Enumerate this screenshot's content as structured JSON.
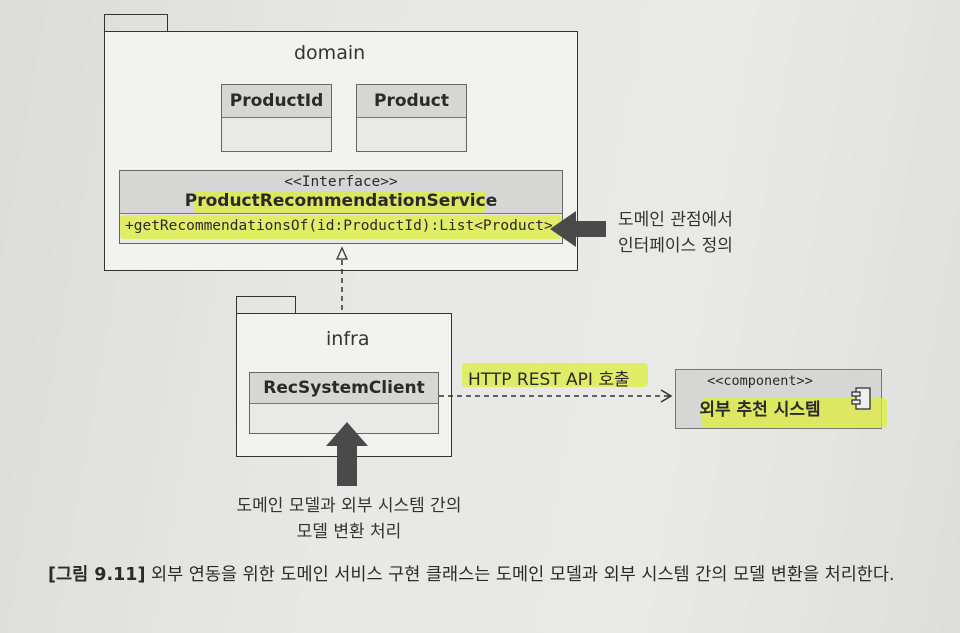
{
  "domain_pkg": {
    "name": "domain"
  },
  "product_id": {
    "name": "ProductId"
  },
  "product": {
    "name": "Product"
  },
  "rec_service": {
    "stereotype": "<<Interface>>",
    "name": "ProductRecommendationService",
    "operation": "+getRecommendationsOf(id:ProductId):List<Product>"
  },
  "infra_pkg": {
    "name": "infra"
  },
  "rec_client": {
    "name": "RecSystemClient"
  },
  "external_system": {
    "stereotype": "<<component>>",
    "name": "외부 추천 시스템"
  },
  "connection_label": "HTTP REST API 호출",
  "note_interface": {
    "line1": "도메인 관점에서",
    "line2": "인터페이스 정의"
  },
  "note_conversion": {
    "line1": "도메인 모델과 외부 시스템 간의",
    "line2": "모델 변환 처리"
  },
  "caption": {
    "figure_label": "[그림 9.11]",
    "text": " 외부 연동을 위한 도메인 서비스 구현 클래스는 도메인 모델과 외부 시스템 간의 모델 변환을 처리한다."
  }
}
